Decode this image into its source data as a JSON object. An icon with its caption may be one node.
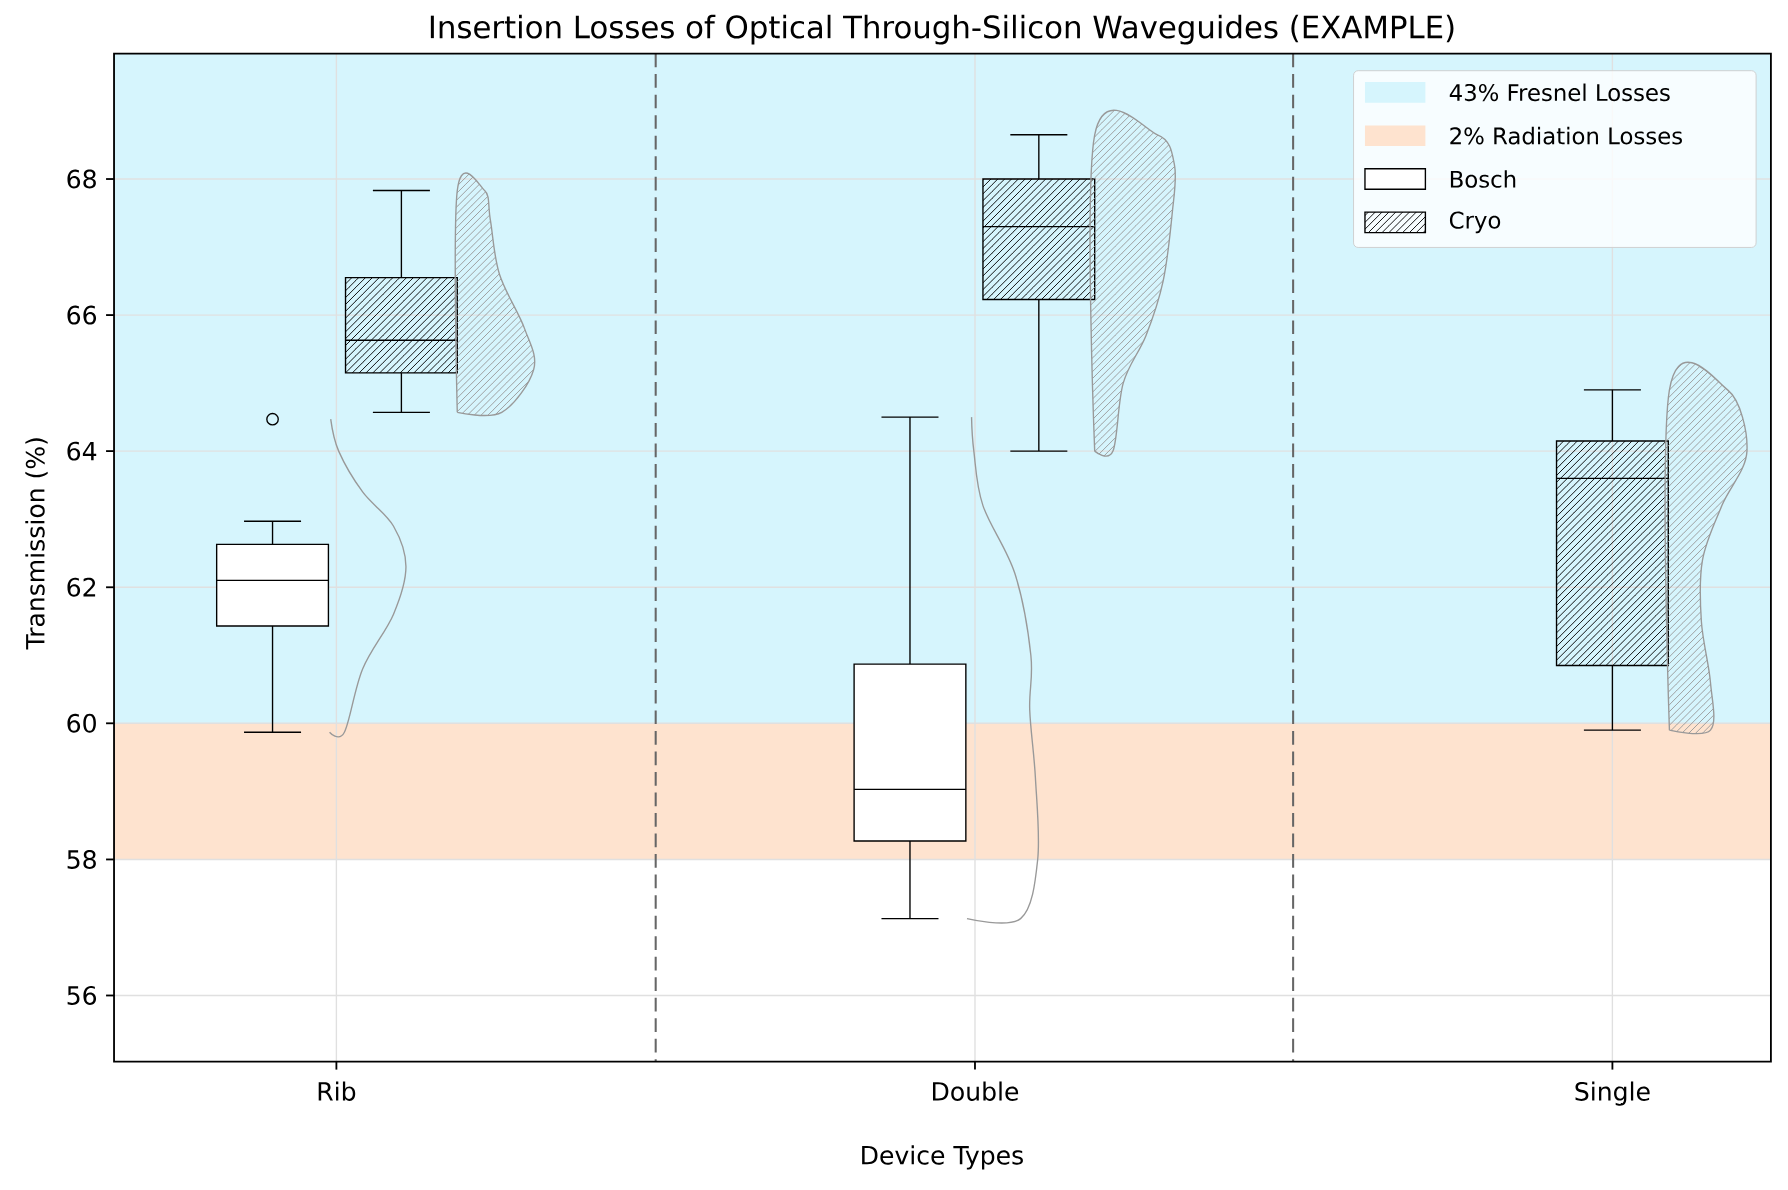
{
  "diagram": {
    "title": "Insertion Losses of Optical Through-Silicon Waveguides (EXAMPLE)",
    "labels": [
      "68",
      "66",
      "64",
      "62",
      "60",
      "58",
      "56",
      "Transmission (%)",
      "Rib",
      "Double",
      "Single",
      "Device Types"
    ],
    "legend": [
      {
        "text": "43% Fresnel Losses",
        "color": "#d6f5fd"
      },
      {
        "text": "2% Radiation Losses",
        "color": "#fee3cf"
      },
      {
        "text": "Bosch"
      },
      {
        "text": "Cryo"
      }
    ]
  }
}
